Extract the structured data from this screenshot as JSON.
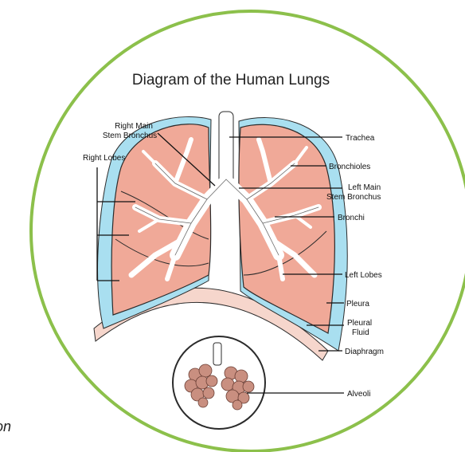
{
  "title": "Diagram of the Human Lungs",
  "side_text": "on",
  "colors": {
    "ring": "#8cc04b",
    "lung": "#f0a998",
    "lung_outline": "#2b2b2b",
    "pleural_fluid": "#a9dff0",
    "diaphragm": "#f6d6cc",
    "alveoli": "#c98f80"
  },
  "labels": {
    "right_main_stem_line1": "Right Main",
    "right_main_stem_line2": "Stem Bronchus",
    "right_lobes": "Right Lobes",
    "trachea": "Trachea",
    "bronchioles": "Bronchioles",
    "left_main_line1": "Left Main",
    "left_main_line2": "Stem Bronchus",
    "bronchi": "Bronchi",
    "left_lobes": "Left Lobes",
    "pleura": "Pleura",
    "pleural_fluid_line1": "Pleural",
    "pleural_fluid_line2": "Fluid",
    "diaphragm": "Diaphragm",
    "alveoli": "Alveoli"
  }
}
